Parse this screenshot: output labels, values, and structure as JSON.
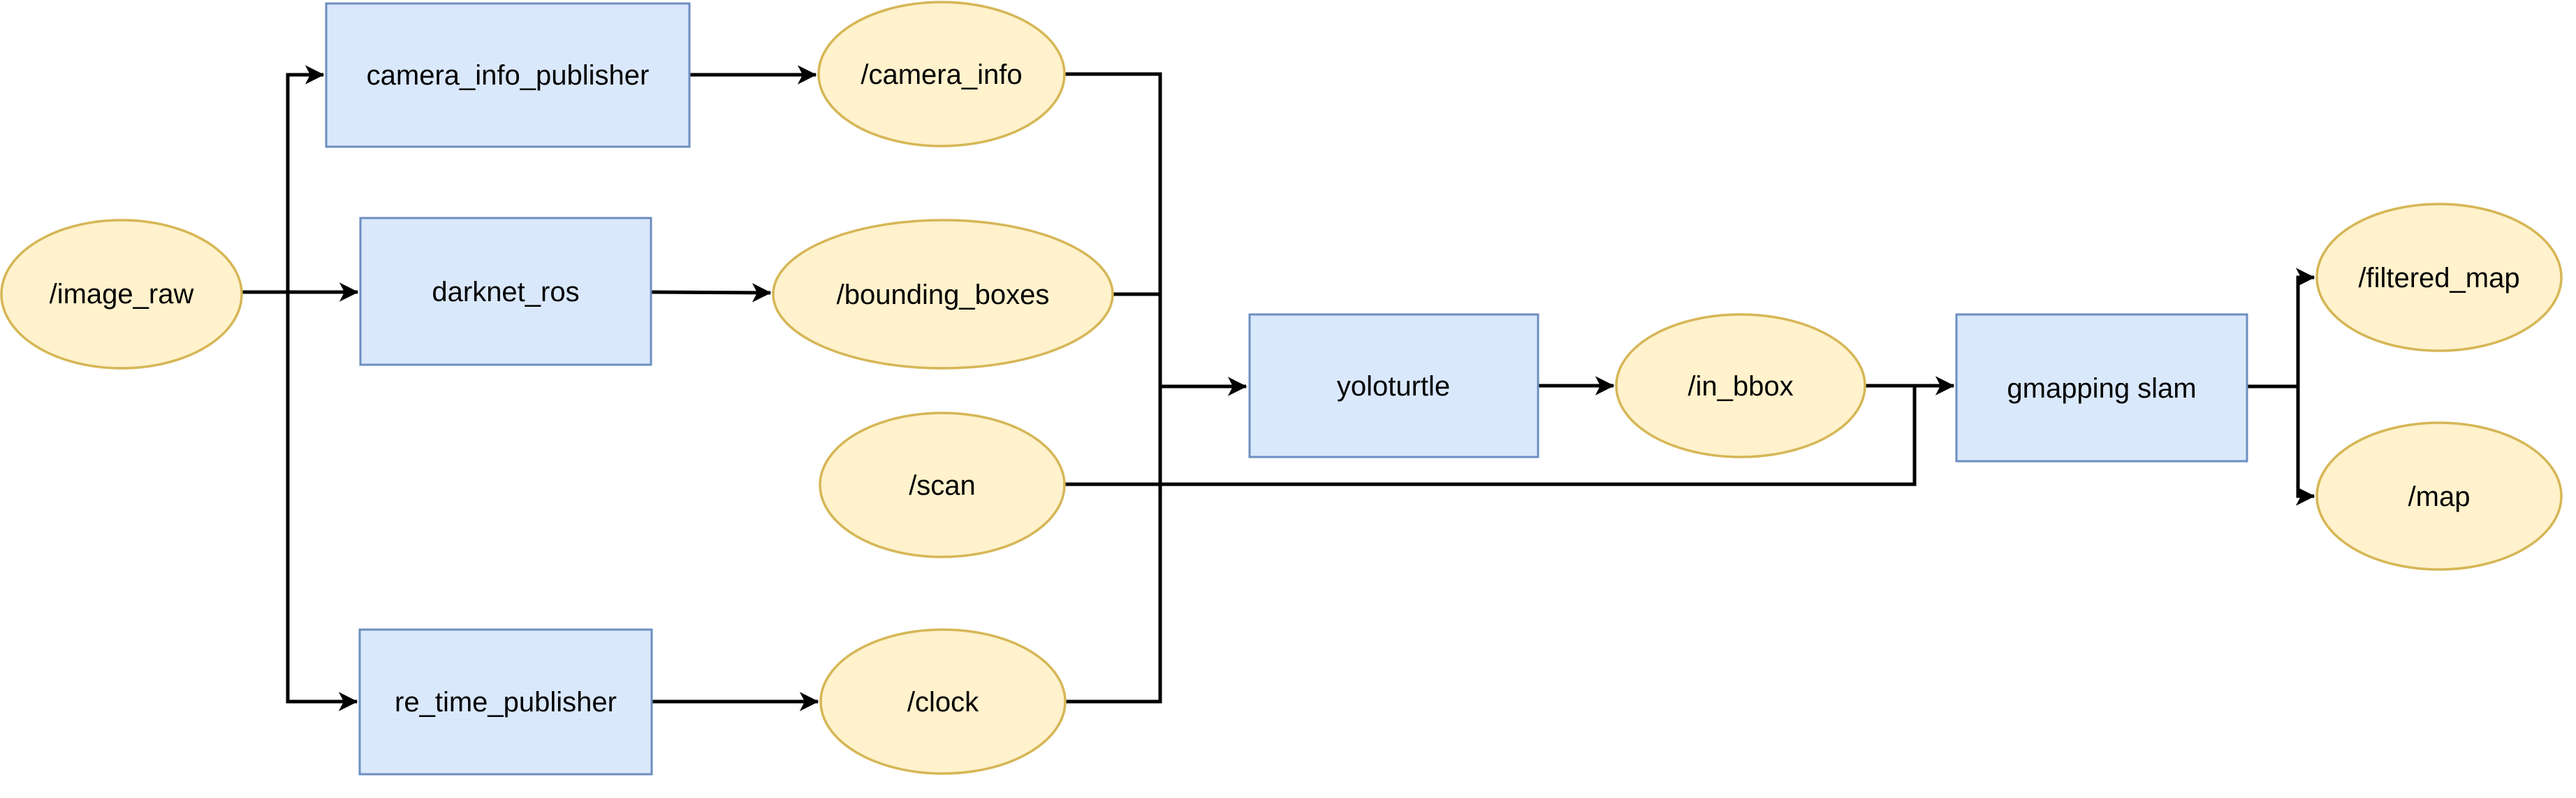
{
  "diagram": {
    "type": "ros-computation-graph",
    "background_color": "#ffffff",
    "colors": {
      "topic_fill": "#fff2cc",
      "topic_stroke": "#d6b656",
      "process_fill": "#dae8fc",
      "process_stroke": "#6c8ebf",
      "edge_color": "#000000",
      "label_color": "#000000"
    },
    "nodes": [
      {
        "id": "image_raw",
        "label": "/image_raw",
        "shape": "ellipse",
        "kind": "topic"
      },
      {
        "id": "camera_info_publisher",
        "label": "camera_info_publisher",
        "shape": "rect",
        "kind": "process"
      },
      {
        "id": "camera_info",
        "label": "/camera_info",
        "shape": "ellipse",
        "kind": "topic"
      },
      {
        "id": "darknet_ros",
        "label": "darknet_ros",
        "shape": "rect",
        "kind": "process"
      },
      {
        "id": "bounding_boxes",
        "label": "/bounding_boxes",
        "shape": "ellipse",
        "kind": "topic"
      },
      {
        "id": "scan",
        "label": "/scan",
        "shape": "ellipse",
        "kind": "topic"
      },
      {
        "id": "yoloturtle",
        "label": "yoloturtle",
        "shape": "rect",
        "kind": "process"
      },
      {
        "id": "in_bbox",
        "label": "/in_bbox",
        "shape": "ellipse",
        "kind": "topic"
      },
      {
        "id": "gmapping_slam",
        "label": "gmapping slam",
        "shape": "rect",
        "kind": "process"
      },
      {
        "id": "filtered_map",
        "label": "/filtered_map",
        "shape": "ellipse",
        "kind": "topic"
      },
      {
        "id": "map",
        "label": "/map",
        "shape": "ellipse",
        "kind": "topic"
      },
      {
        "id": "re_time_publisher",
        "label": "re_time_publisher",
        "shape": "rect",
        "kind": "process"
      },
      {
        "id": "clock",
        "label": "/clock",
        "shape": "ellipse",
        "kind": "topic"
      }
    ],
    "edges": [
      {
        "from": "image_raw",
        "to": "darknet_ros",
        "arrow": true
      },
      {
        "from": "image_raw",
        "to": "camera_info_publisher",
        "arrow": true
      },
      {
        "from": "image_raw",
        "to": "re_time_publisher",
        "arrow": true
      },
      {
        "from": "camera_info_publisher",
        "to": "camera_info",
        "arrow": true
      },
      {
        "from": "darknet_ros",
        "to": "bounding_boxes",
        "arrow": true
      },
      {
        "from": "re_time_publisher",
        "to": "clock",
        "arrow": true
      },
      {
        "from": "camera_info",
        "to": "yoloturtle",
        "arrow": true
      },
      {
        "from": "bounding_boxes",
        "to": "yoloturtle",
        "arrow": true
      },
      {
        "from": "clock",
        "to": "yoloturtle",
        "arrow": true
      },
      {
        "from": "yoloturtle",
        "to": "in_bbox",
        "arrow": true
      },
      {
        "from": "in_bbox",
        "to": "gmapping_slam",
        "arrow": true
      },
      {
        "from": "scan",
        "to": "gmapping_slam",
        "arrow": true
      },
      {
        "from": "gmapping_slam",
        "to": "filtered_map",
        "arrow": true
      },
      {
        "from": "gmapping_slam",
        "to": "map",
        "arrow": true
      }
    ]
  }
}
